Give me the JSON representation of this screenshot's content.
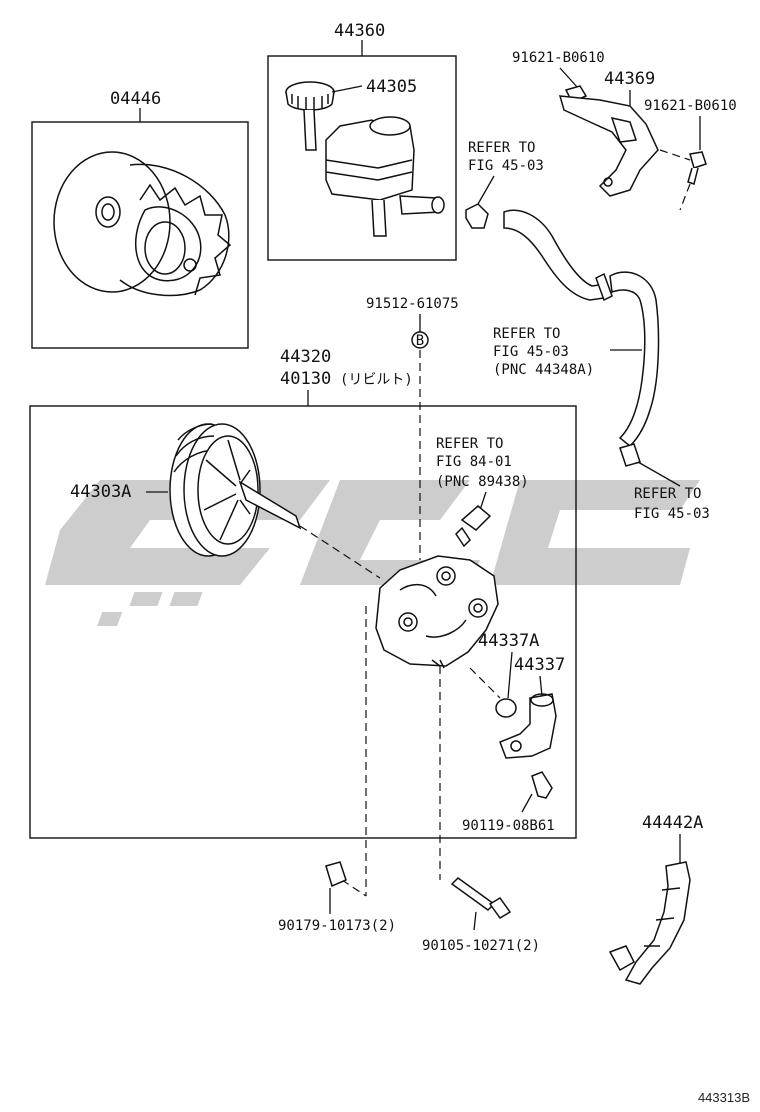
{
  "diagram": {
    "watermark_color": "#c8c8c8",
    "parts": {
      "reservoir_assy": "44360",
      "reservoir_cap": "44305",
      "gasket_kit": "04446",
      "bolt_91621_a": "91621-B0610",
      "bracket": "44369",
      "bolt_91621_b": "91621-B0610",
      "refer_top": [
        "REFER TO",
        "FIG 45-03"
      ],
      "bolt_91512": "91512-61075",
      "marker_b": "B",
      "refer_hose": [
        "REFER TO",
        "FIG 45-03",
        "(PNC 44348A)"
      ],
      "pump_assy": "44320",
      "pump_rebuilt": "40130",
      "pump_rebuilt_note": "(リビルト)",
      "refer_84": [
        "REFER TO",
        "FIG 84-01",
        "(PNC 89438)"
      ],
      "refer_right": [
        "REFER TO",
        "FIG 45-03"
      ],
      "pulley": "44303A",
      "oring": "44337A",
      "union": "44337",
      "bolt_90119": "90119-08B61",
      "bracket_44442": "44442A",
      "nut_90179": "90179-10173(2)",
      "bolt_90105": "90105-10271(2)"
    },
    "illustration_id": "443313B"
  }
}
